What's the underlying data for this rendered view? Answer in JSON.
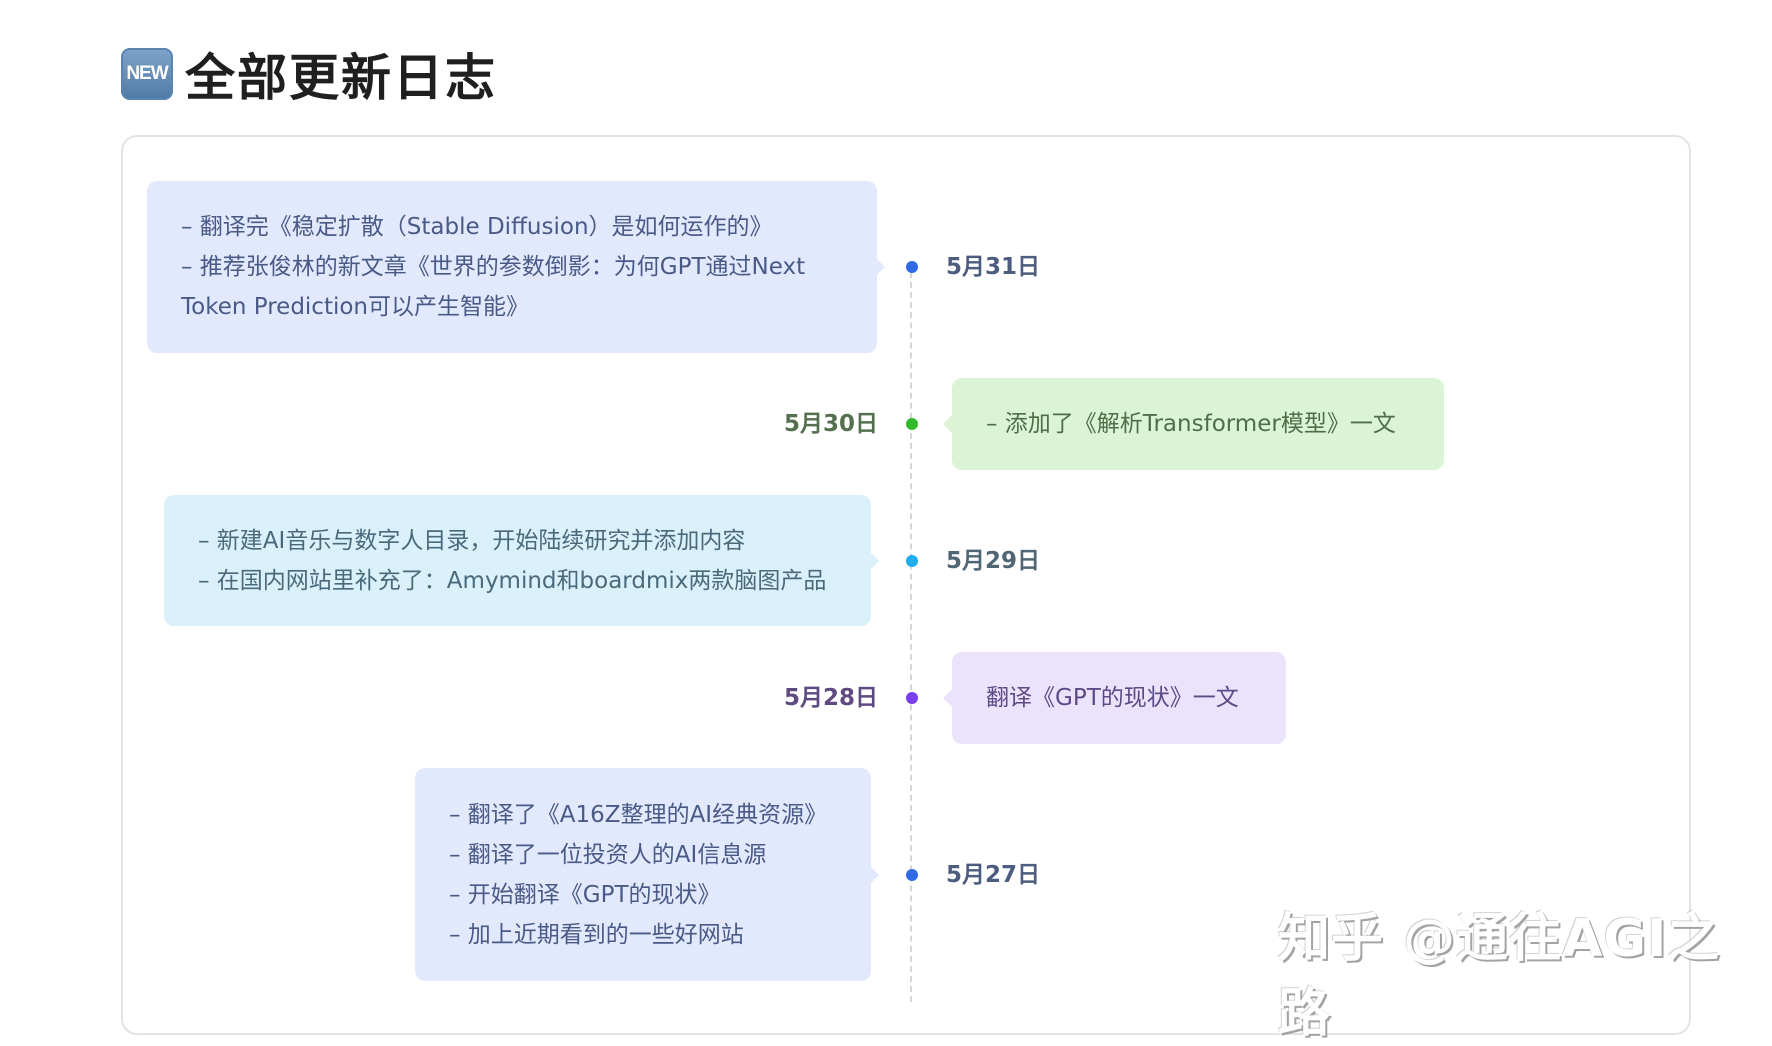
{
  "header": {
    "icon_label": "NEW",
    "title": "全部更新日志"
  },
  "colors": {
    "blue_box": "#e2e9fc",
    "green_box": "#dbf4d6",
    "cyan_box": "#daf1fb",
    "purple_box": "#ebe3fb",
    "blue_dot": "#2f6be6",
    "green_dot": "#33b82a",
    "cyan_dot": "#1faeef",
    "purple_dot": "#7a3ff0",
    "timeline_line": "#d6d6d6",
    "card_border": "#e3e3e3"
  },
  "entries": [
    {
      "date": "5月31日",
      "lines": [
        "– 翻译完《稳定扩散（Stable Diffusion）是如何运作的》",
        "– 推荐张俊林的新文章《世界的参数倒影：为何GPT通过Next",
        "Token Prediction可以产生智能》"
      ]
    },
    {
      "date": "5月30日",
      "lines": [
        "– 添加了《解析Transformer模型》一文"
      ]
    },
    {
      "date": "5月29日",
      "lines": [
        "– 新建AI音乐与数字人目录，开始陆续研究并添加内容",
        "– 在国内网站里补充了：Amymind和boardmix两款脑图产品"
      ]
    },
    {
      "date": "5月28日",
      "lines": [
        "翻译《GPT的现状》一文"
      ]
    },
    {
      "date": "5月27日",
      "lines": [
        "– 翻译了《A16Z整理的AI经典资源》",
        "– 翻译了一位投资人的AI信息源",
        "– 开始翻译《GPT的现状》",
        "– 加上近期看到的一些好网站"
      ]
    }
  ],
  "watermark": "知乎 @通往AGI之路"
}
